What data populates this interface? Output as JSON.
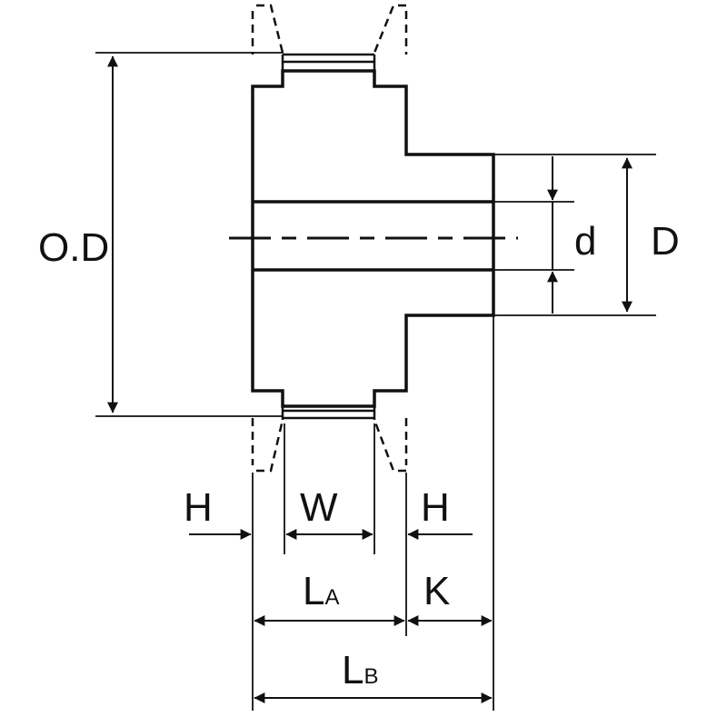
{
  "diagram": {
    "labels": {
      "od": "O.D",
      "d": "d",
      "D": "D",
      "h_left": "H",
      "w": "W",
      "h_right": "H",
      "la_main": "L",
      "la_sub": "A",
      "k": "K",
      "lb_main": "L",
      "lb_sub": "B"
    }
  }
}
